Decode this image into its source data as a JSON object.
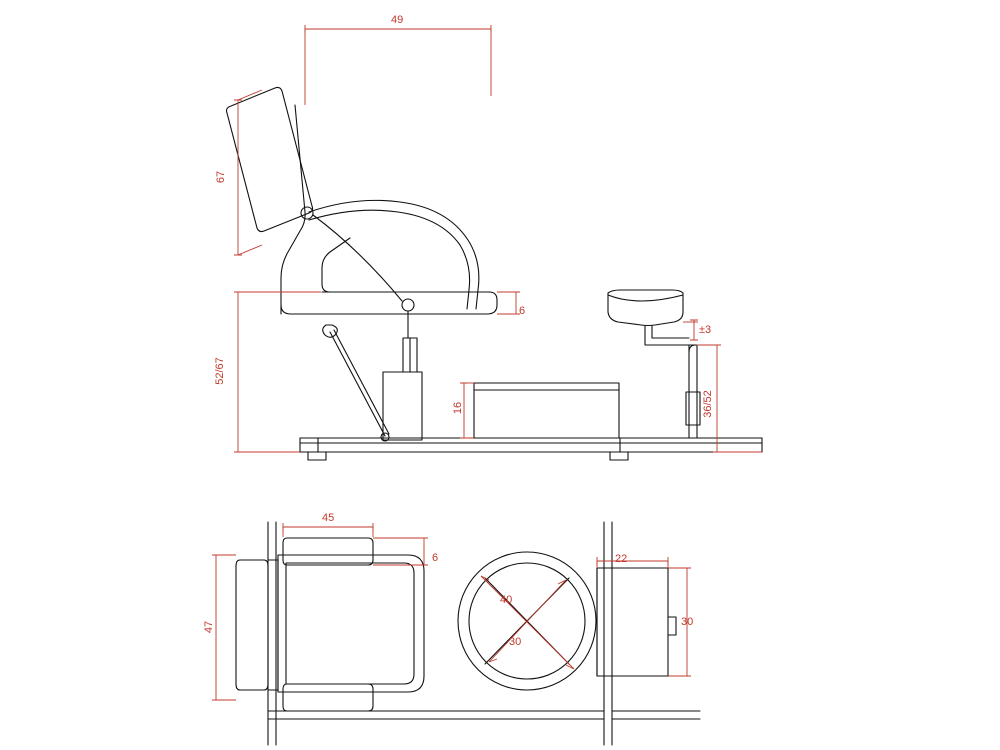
{
  "drawing": {
    "title": "Technical dimension drawing - adjustable chair / bench unit",
    "line_color": "#111111",
    "dimension_color": "#c0392b",
    "background": "#ffffff",
    "views": [
      {
        "id": "side-view",
        "label": ""
      },
      {
        "id": "top-view",
        "label": ""
      }
    ]
  },
  "dimensions": {
    "side_view": [
      {
        "id": "overall-depth",
        "value": "49"
      },
      {
        "id": "backrest-height",
        "value": "67"
      },
      {
        "id": "seat-height-range",
        "value": "52/67"
      },
      {
        "id": "seat-thickness",
        "value": "6"
      },
      {
        "id": "base-box-height",
        "value": "16"
      },
      {
        "id": "footrest-tolerance",
        "value": "±3"
      },
      {
        "id": "footrest-height-range",
        "value": "36/52"
      }
    ],
    "top_view": [
      {
        "id": "seat-width",
        "value": "45"
      },
      {
        "id": "armrest-thickness",
        "value": "6"
      },
      {
        "id": "overall-width",
        "value": "47"
      },
      {
        "id": "wheel-outer-diameter",
        "value": "40"
      },
      {
        "id": "wheel-inner-diameter",
        "value": "30"
      },
      {
        "id": "console-width",
        "value": "22"
      },
      {
        "id": "console-depth",
        "value": "30"
      }
    ]
  }
}
